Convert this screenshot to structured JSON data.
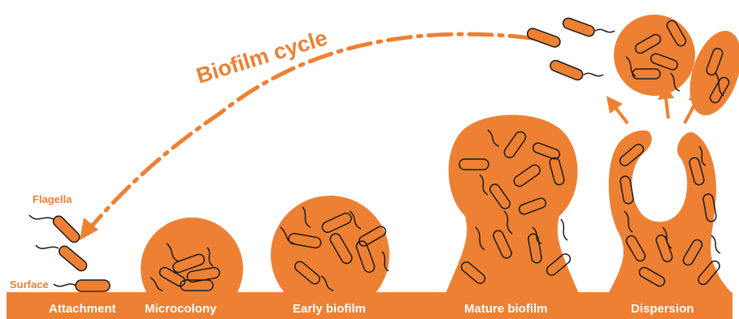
{
  "colors": {
    "orange": "#ee8033",
    "outline": "#1a1a1a",
    "background": "#ffffff",
    "label_text": "#ffffff"
  },
  "cycle_title": "Biofilm cycle",
  "side_labels": {
    "flagella": "Flagella",
    "surface": "Surface"
  },
  "stages": [
    {
      "label": "Attachment"
    },
    {
      "label": "Microcolony"
    },
    {
      "label": "Early biofilm"
    },
    {
      "label": "Mature biofilm"
    },
    {
      "label": "Dispersion"
    }
  ]
}
